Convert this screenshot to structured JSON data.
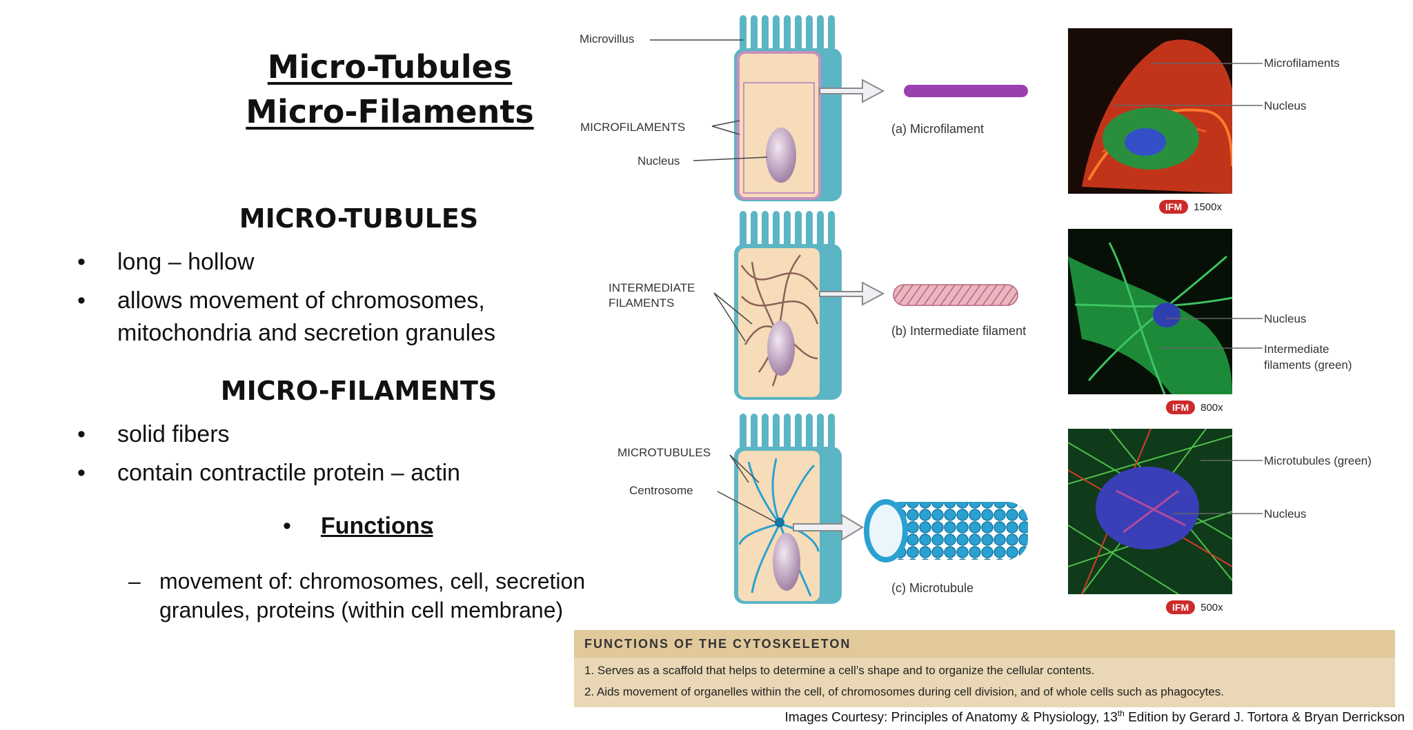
{
  "slide": {
    "title_line1": "Micro-Tubules",
    "title_line2": "Micro-Filaments",
    "section1": {
      "heading": "MICRO-TUBULES",
      "bullets": [
        "long – hollow",
        "allows movement of chromosomes,",
        "mitochondria and secretion granules"
      ]
    },
    "section2": {
      "heading": "MICRO-FILAMENTS",
      "bullets": [
        "solid fibers",
        "contain contractile protein – actin"
      ]
    },
    "functions": {
      "label": "Functions",
      "colon": ":",
      "dash_lines": [
        "movement of: chromosomes, cell, secretion",
        "granules, proteins (within cell membrane)"
      ]
    },
    "bullet_char": "•",
    "dash_char": "–"
  },
  "figure": {
    "labels": {
      "microvillus": "Microvillus",
      "microfilaments": "MICROFILAMENTS",
      "nucleus_a": "Nucleus",
      "intermediate_1": "INTERMEDIATE",
      "intermediate_2": "FILAMENTS",
      "microtubules": "MICROTUBULES",
      "centrosome": "Centrosome"
    },
    "captions": {
      "a": "(a) Microfilament",
      "b": "(b) Intermediate filament",
      "c": "(c) Microtubule"
    },
    "photo_labels": {
      "p1_a": "Microfilaments",
      "p1_b": "Nucleus",
      "p2_a": "Nucleus",
      "p2_b1": "Intermediate",
      "p2_b2": "filaments (green)",
      "p3_a": "Microtubules (green)",
      "p3_b": "Nucleus"
    },
    "ifm": {
      "tag": "IFM",
      "mag1": "1500x",
      "mag2": "800x",
      "mag3": "500x"
    }
  },
  "table": {
    "heading": "FUNCTIONS OF THE CYTOSKELETON",
    "row1": "1.  Serves as a scaffold that helps to determine a cell’s shape and to organize the cellular contents.",
    "row2": "2.  Aids movement of organelles within the cell, of chromosomes during cell division, and of whole cells such as phagocytes."
  },
  "credit": {
    "before": "Images Courtesy: Principles of Anatomy & Physiology, 13",
    "sup": "th",
    "after": " Edition by Gerard J. Tortora & Bryan Derrickson"
  },
  "colors": {
    "cell_fill": "#f6dcb8",
    "cell_wall": "#5bb5c4",
    "microfilament": "#9b3fb0",
    "intermediate": "#c97c8e",
    "microtubule": "#2aa1d0",
    "ifm_tag": "#cc2a2a",
    "table_bg": "#e9d7b5"
  }
}
